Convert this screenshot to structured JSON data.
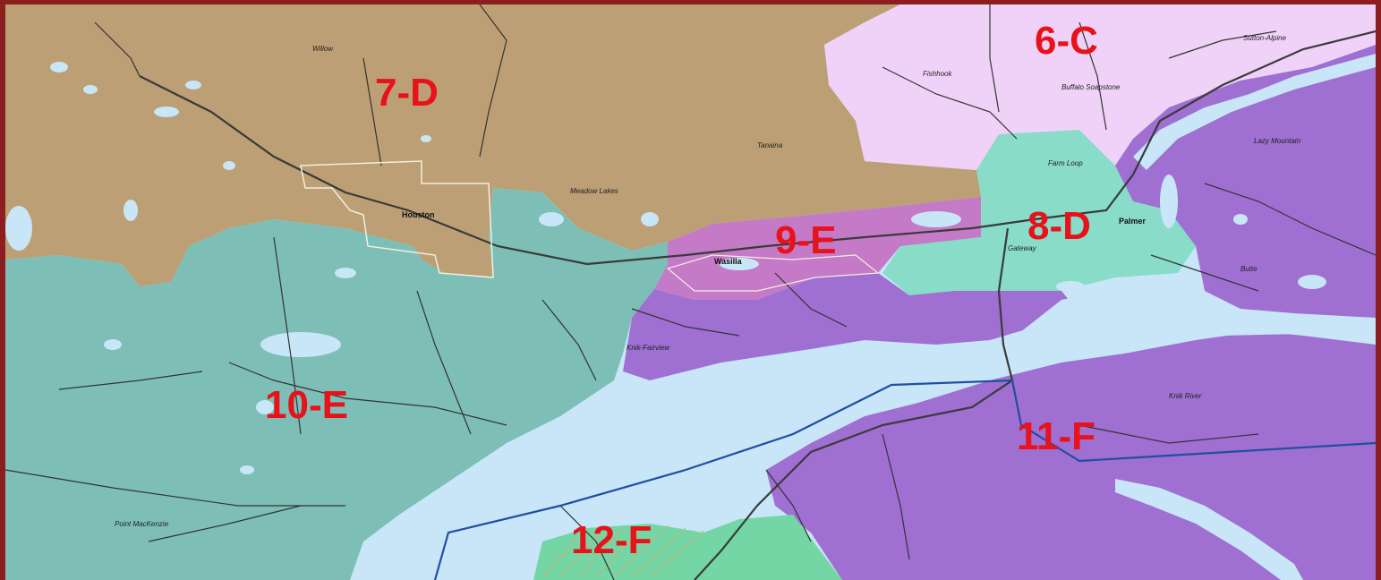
{
  "districts": [
    {
      "id": "7-D",
      "color": "#bc9f74"
    },
    {
      "id": "6-C",
      "color": "#f0d2f8"
    },
    {
      "id": "9-E",
      "color": "#c47ac6"
    },
    {
      "id": "8-D",
      "color": "#88dcc8"
    },
    {
      "id": "10-E",
      "color": "#7dbfb6"
    },
    {
      "id": "11-F",
      "color": "#9f6fd2"
    },
    {
      "id": "12-F",
      "color": "#74d6a4"
    }
  ],
  "places": {
    "willow": "Willow",
    "houston": "Houston",
    "wasilla": "Wasilla",
    "palmer": "Palmer",
    "fishhook": "Fishhook",
    "buffalo_soapstone": "Buffalo Soapstone",
    "sutton_alpine": "Sutton-Alpine",
    "lazy_mountain": "Lazy Mountain",
    "butte": "Butte",
    "knik_river": "Knik River",
    "point_mackenzie": "Point MacKenzie",
    "knik_fairview": "Knik-Fairview",
    "meadow_lakes": "Meadow Lakes",
    "tanaina": "Tanaina",
    "gateway": "Gateway",
    "farm_loop": "Farm Loop"
  },
  "colors": {
    "frame": "#8b1f1f",
    "water": "#c8e6f7",
    "label": "#e8121a",
    "boundary": "#1f4fa0"
  }
}
